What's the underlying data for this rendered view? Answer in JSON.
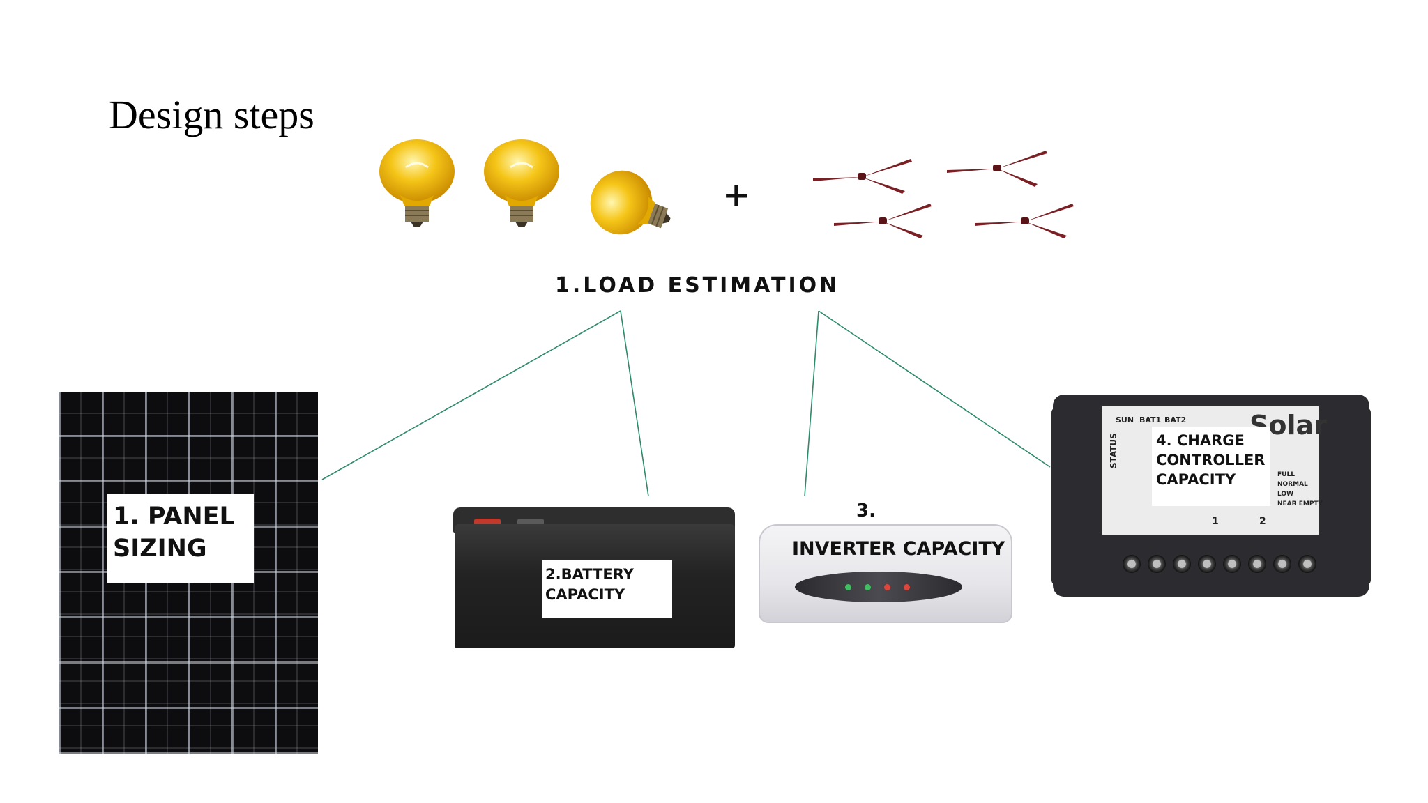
{
  "slide": {
    "title": "Design steps"
  },
  "load": {
    "label": "1.LOAD ESTIMATION",
    "operator": "+",
    "bulbs_count": 3,
    "fans_count": 4
  },
  "steps": {
    "panel": "1. PANEL SIZING",
    "battery": "2.BATTERY CAPACITY",
    "inverter_number": "3.",
    "inverter": "INVERTER CAPACITY",
    "controller": "4. CHARGE CONTROLLER CAPACITY"
  },
  "controller_face": {
    "indicators": [
      "SUN",
      "BAT1",
      "BAT2"
    ],
    "brand": "Solar",
    "status": "STATUS",
    "battery_levels": [
      "FULL",
      "NORMAL",
      "LOW",
      "NEAR EMPTY"
    ],
    "port_1": "1",
    "port_2": "2"
  },
  "colors": {
    "connector": "#2e8b6a",
    "bulb": "#f5c518",
    "fan": "#7a1f24",
    "battery_terminal": "#c0392b"
  }
}
